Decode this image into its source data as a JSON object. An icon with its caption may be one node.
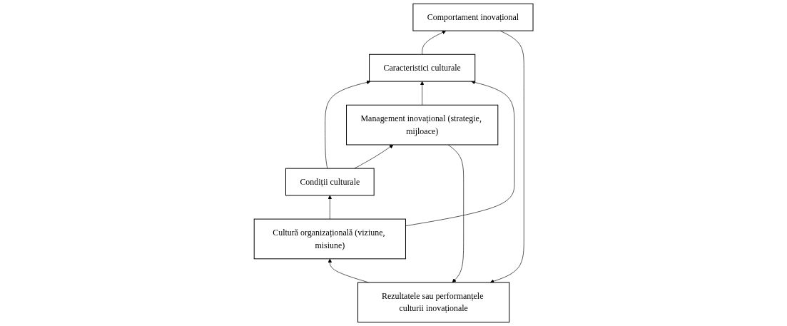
{
  "diagram": {
    "nodes": [
      {
        "text": [
          "Rezultatele sau performanțele culturii inovaționale"
        ]
      },
      {
        "text": [
          "Comportament inovațional"
        ]
      },
      {
        "text": [
          "Management inovațional (strategie, mijloace)"
        ]
      },
      {
        "text": [
          "Caracteristici culturale"
        ]
      },
      {
        "text": [
          "Cultură organizațională (viziune, misiune)"
        ]
      },
      {
        "text": [
          "Condiții culturale"
        ]
      }
    ],
    "edges": [
      {
        "from": 5,
        "to": 3,
        "arrow": "to"
      },
      {
        "from": 3,
        "to": 1,
        "arrow": "to"
      },
      {
        "from": 1,
        "to": 0,
        "arrow": "to"
      },
      {
        "from": 2,
        "to": 3,
        "arrow": "to"
      },
      {
        "from": 4,
        "to": 3,
        "arrow": "to"
      },
      {
        "from": 0,
        "to": 4,
        "arrow": "to"
      },
      {
        "from": 4,
        "to": 5,
        "arrow": "to"
      },
      {
        "from": 5,
        "to": 2,
        "arrow": "to"
      },
      {
        "from": 2,
        "to": 0,
        "arrow": "to"
      }
    ]
  }
}
